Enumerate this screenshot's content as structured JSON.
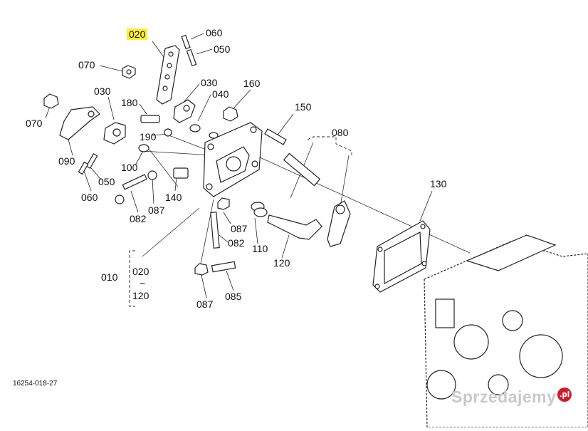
{
  "diagram": {
    "labels": {
      "p020_top": "020",
      "p060_top": "060",
      "p050_top": "050",
      "p070_top": "070",
      "p030_right": "030",
      "p040": "040",
      "p160": "160",
      "p030_left": "030",
      "p180": "180",
      "p070_left": "070",
      "p190": "190",
      "p150": "150",
      "p080": "080",
      "p090": "090",
      "p100": "100",
      "p050_left": "050",
      "p060_left": "060",
      "p140": "140",
      "p087_mid": "087",
      "p082_left": "082",
      "p130": "130",
      "p087_right": "087",
      "p082_right": "082",
      "p110": "110",
      "p120": "120",
      "p010": "010",
      "group_from": "020",
      "group_tilde": "~",
      "group_to": "120",
      "p087_bottom": "087",
      "p085": "085"
    },
    "code": "16254-018-27"
  },
  "watermark": {
    "text": "Sprzedajemy",
    "badge": ".pl"
  }
}
